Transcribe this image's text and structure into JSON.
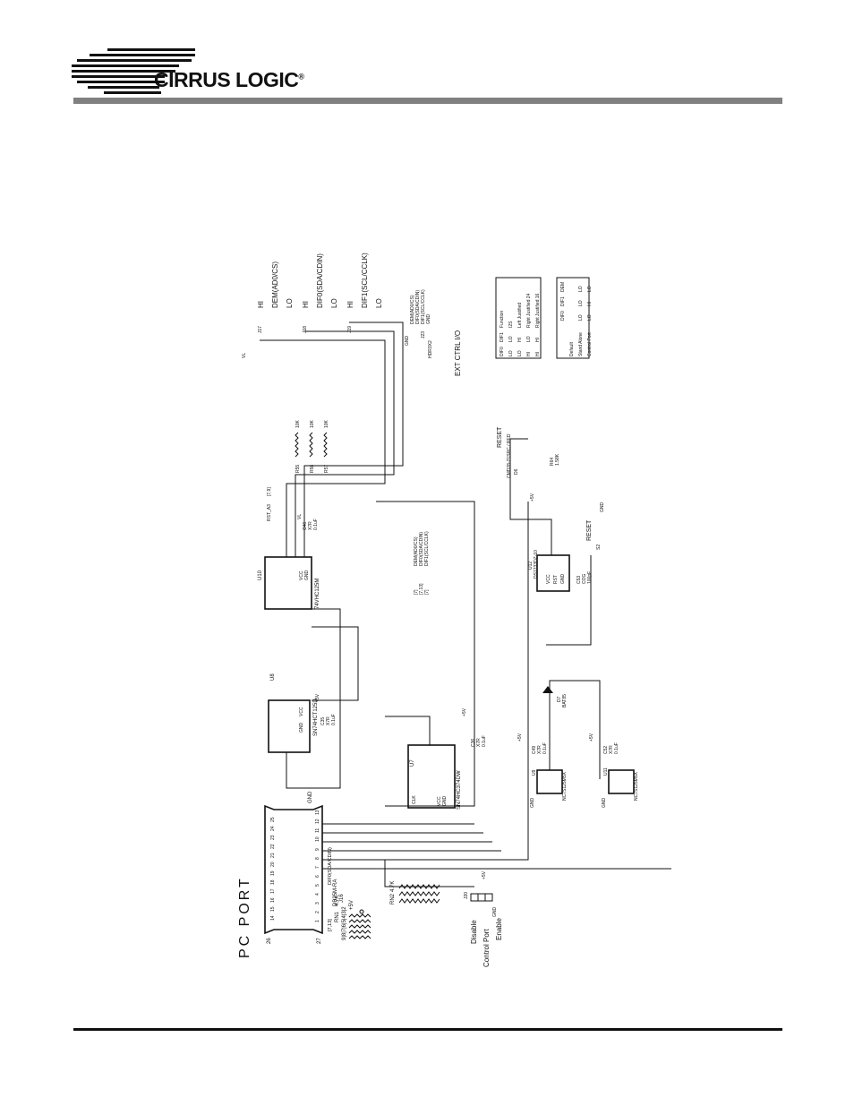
{
  "header": {
    "brand": "CIRRUS LOGIC",
    "reg": "®"
  },
  "schematic": {
    "pc_port": {
      "title": "PC PORT",
      "connector": "DB25M-RA",
      "ref": "J16",
      "pins_left": [
        "14",
        "15",
        "16",
        "17",
        "18",
        "19",
        "20",
        "21",
        "22",
        "23",
        "24",
        "25"
      ],
      "pins_right": [
        "1",
        "2",
        "3",
        "4",
        "5",
        "6",
        "7",
        "8",
        "9",
        "10",
        "11",
        "12",
        "13"
      ],
      "pin_end_left": "26",
      "pin_end_right": "27",
      "gnd": "GND"
    },
    "rn1": {
      "ref": "RN1",
      "value": "4.7K",
      "pins": "9|8|7|6|5|4|3|2",
      "pwr": "+5V"
    },
    "rn2": {
      "ref": "RN2",
      "value": "4.7K",
      "pwr": "+5V"
    },
    "offpage": {
      "label": "DIF0(SDA/CDIN)",
      "ref": "[7,13]"
    },
    "u8": {
      "ref": "U8",
      "part": "SN74HCT125D",
      "vcc": "VCC",
      "gnd": "GND",
      "cap_ref": "C35",
      "cap_type": "X7R",
      "cap_val": "0.1uF",
      "pwr": "+5V"
    },
    "u7": {
      "ref": "U7",
      "part": "SN74HC374DW",
      "vcc": "VCC",
      "gnd": "GND",
      "cap_ref": "C36",
      "cap_type": "X7R",
      "cap_val": "0.1uF",
      "pwr": "+5V",
      "clk": "CLK"
    },
    "u10": {
      "ref": "U10",
      "part": "74VHC125M",
      "vcc": "VCC",
      "gnd": "GND",
      "cap_ref": "C46",
      "cap_type": "X7R",
      "cap_val": "0.1uF",
      "pwr": "VL"
    },
    "rst_net": {
      "label": "RST_A3",
      "ref": "[7,9]"
    },
    "net_labels": [
      "DEM(AD0/CS)",
      "DIF0(SDA/CDIN)",
      "DIF1(SCL/CCLK)"
    ],
    "net_refs": [
      "[7]",
      "[7,13]",
      "[7]"
    ],
    "resistors": [
      {
        "ref": "R55",
        "value": "10K"
      },
      {
        "ref": "R56",
        "value": "10K"
      },
      {
        "ref": "R57",
        "value": "10K"
      }
    ],
    "jumpers": [
      {
        "ref": "J17",
        "signal": "DEM(AD0/CS)",
        "hi": "HI",
        "lo": "LO"
      },
      {
        "ref": "J18",
        "signal": "DIF0(SDA/CDIN)",
        "hi": "HI",
        "lo": "LO"
      },
      {
        "ref": "J19",
        "signal": "DIF1(SCL/CCLK)",
        "hi": "HI",
        "lo": "LO"
      }
    ],
    "vl": "VL",
    "j23": {
      "ref": "J23",
      "part": "HDR3X2",
      "title": "EXT CTRL I/O",
      "gnd": "GND",
      "pins": [
        "DEM(AD0/CS)",
        "DIF0(SDA/CDIN)",
        "DIF1(SCL/CCLK)",
        "GND"
      ]
    },
    "reset": {
      "led_label": "RESET",
      "led_part": "CMD28-21SRC / RED",
      "led_ref": "D6",
      "r_ref": "R64",
      "r_val": "1.58K",
      "u12_ref": "U12",
      "u12_part": "DS1233DZ-10",
      "pwr": "+5V",
      "sw_ref": "S2",
      "sw_label": "RESET",
      "cap_ref": "C53",
      "cap_type": "COG",
      "cap_val": "100pF",
      "gnd": "GND",
      "vcc": "VCC",
      "rst": "RST",
      "gnd_pin": "GND"
    },
    "d7": {
      "ref": "D7",
      "part": "BAT85"
    },
    "u9": {
      "ref": "U9",
      "part": "NC7S125M5X",
      "cap_ref": "C49",
      "cap_type": "X7R",
      "cap_val": "0.1uF",
      "pwr": "+5V",
      "gnd": "GND"
    },
    "u11": {
      "ref": "U11",
      "part": "NC7S125M5X",
      "cap_ref": "C52",
      "cap_type": "X7R",
      "cap_val": "0.1uF",
      "pwr": "+5V",
      "gnd": "GND"
    },
    "j20": {
      "ref": "J20",
      "pwr": "+5V",
      "gnd": "GND",
      "disable": "Disable",
      "title": "Control Port",
      "enable": "Enable"
    },
    "table1": {
      "headers": [
        "DIF0",
        "DIF1",
        "Function"
      ],
      "rows": [
        [
          "LO",
          "LO",
          "I2S"
        ],
        [
          "LO",
          "HI",
          "Left Justified"
        ],
        [
          "HI",
          "LO",
          "Right Justified 24"
        ],
        [
          "HI",
          "HI",
          "Right Justified 16"
        ]
      ]
    },
    "table2": {
      "headers": [
        "",
        "DIF0",
        "DIF1",
        "DEM"
      ],
      "rows": [
        [
          "Default",
          "",
          "",
          ""
        ],
        [
          "Stand Alone",
          "LO",
          "LO",
          "LO"
        ],
        [
          "Control Port",
          "LO",
          "HI",
          "LO"
        ]
      ]
    },
    "gnd": "GND"
  }
}
